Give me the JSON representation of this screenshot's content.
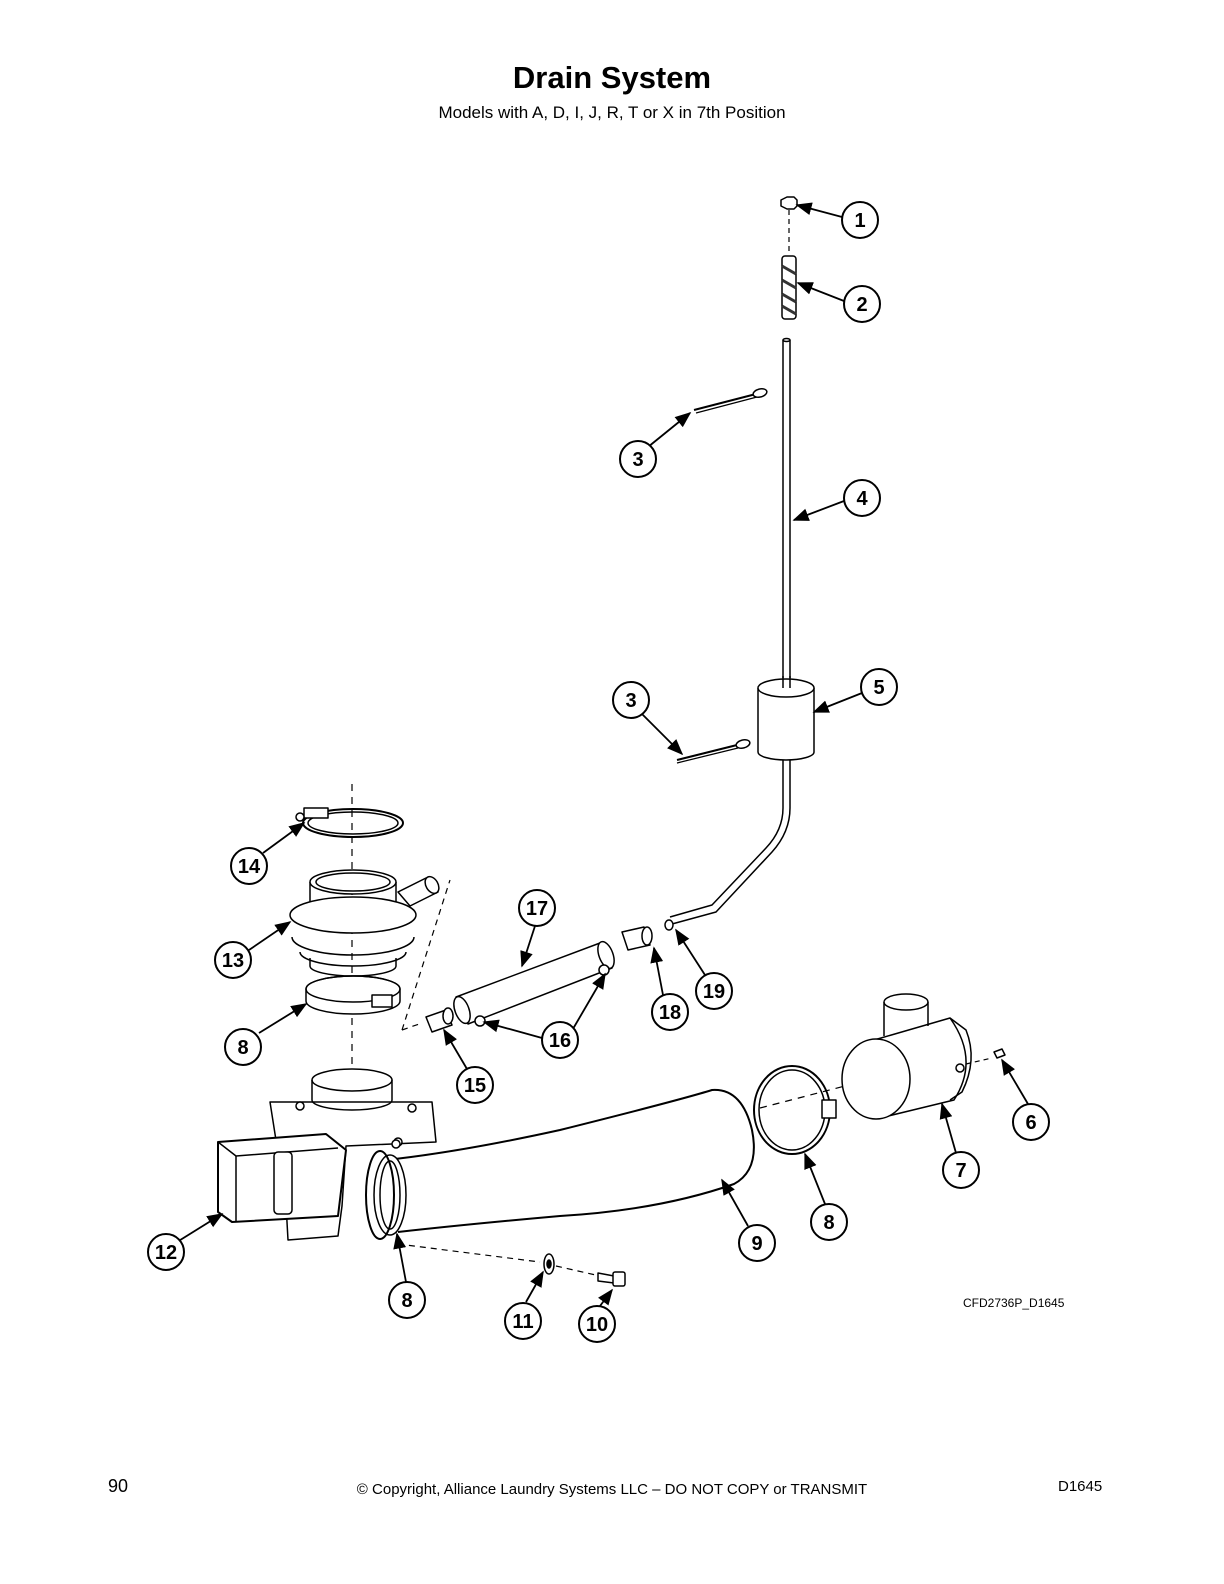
{
  "page": {
    "title": "Drain System",
    "subtitle": "Models with A, D, I, J, R, T or X in 7th Position",
    "drawing_code": "CFD2736P_D1645",
    "page_number": "90",
    "copyright": "© Copyright, Alliance Laundry Systems LLC – DO NOT COPY or TRANSMIT",
    "doc_code": "D1645"
  },
  "callouts": [
    "1",
    "2",
    "3",
    "4",
    "5",
    "3",
    "17",
    "19",
    "18",
    "16",
    "15",
    "14",
    "13",
    "8",
    "6",
    "7",
    "8",
    "9",
    "12",
    "8",
    "11",
    "10"
  ]
}
